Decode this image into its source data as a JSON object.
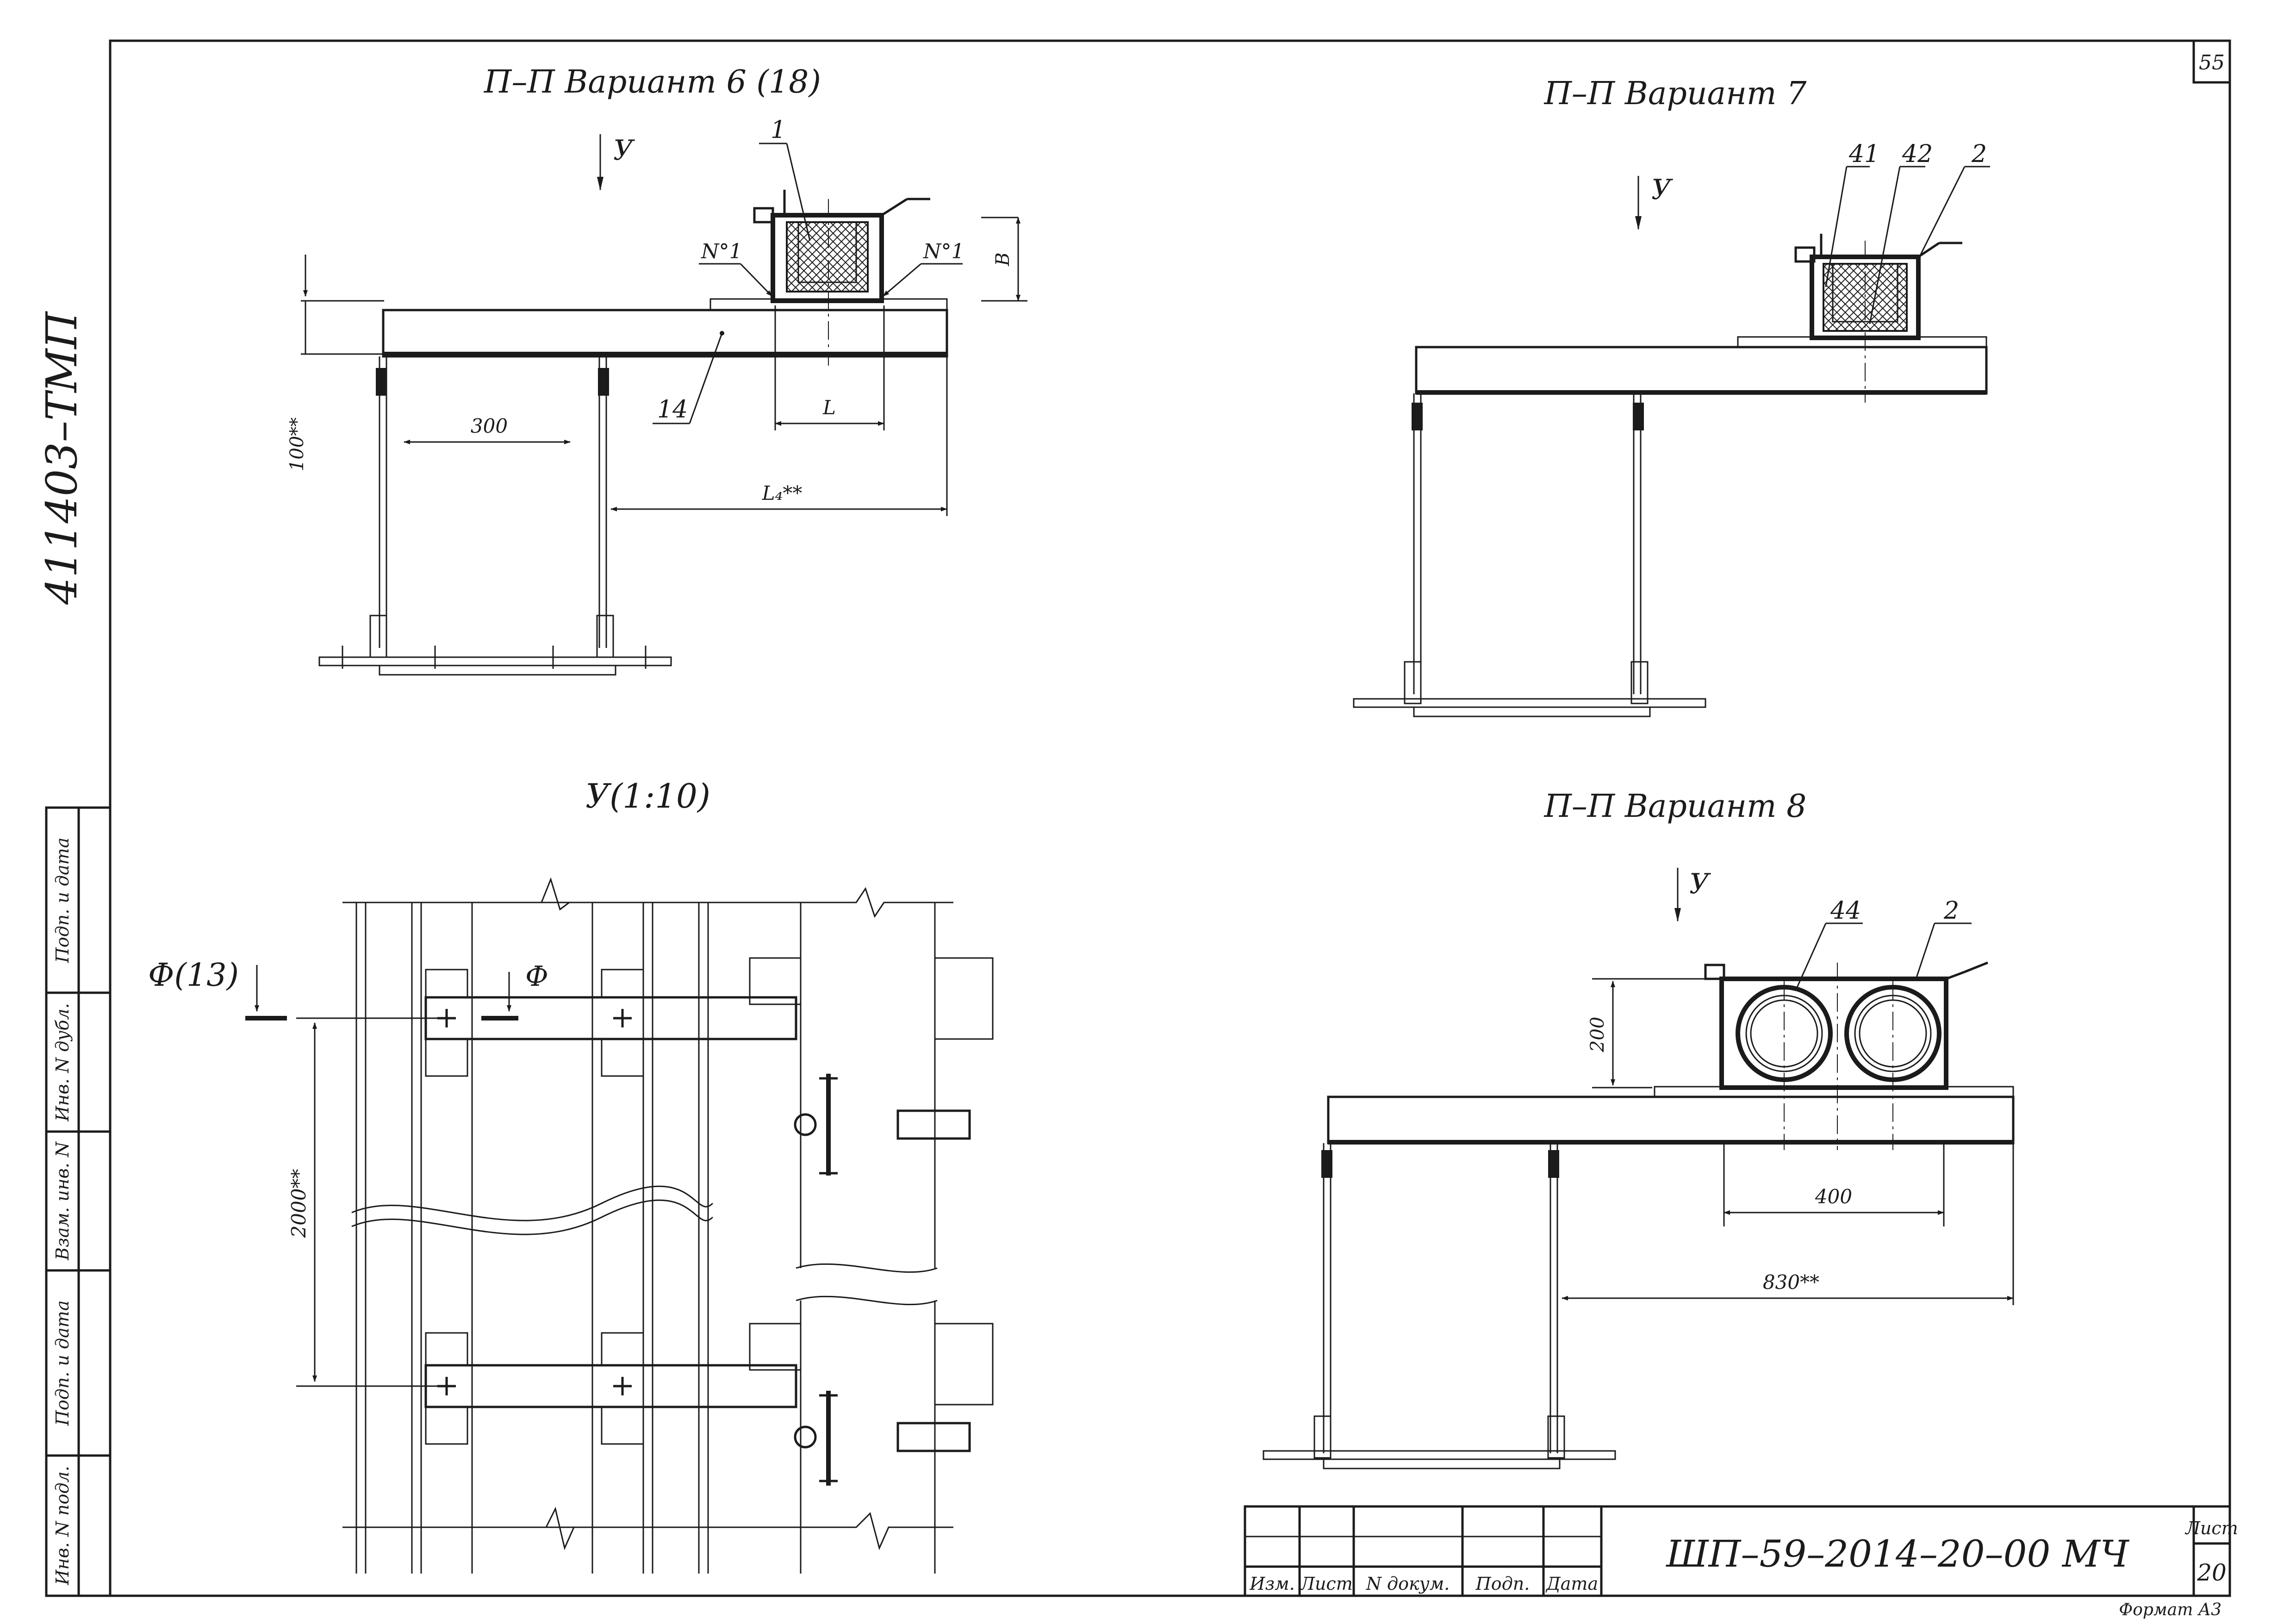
{
  "sheet": {
    "page_number": "55",
    "vertical_code": "411403–ТМП",
    "format_label": "Формат А3"
  },
  "views": {
    "v6": {
      "title": "П–П Вариант 6 (18)",
      "arrow": "У",
      "labels": {
        "part_1": "1",
        "weld_left": "N°1",
        "weld_right": "N°1",
        "part_14": "14",
        "dim_b": "B",
        "dim_100": "100**",
        "dim_300": "300",
        "dim_l": "L",
        "dim_l4": "L₄**"
      }
    },
    "v7": {
      "title": "П–П Вариант 7",
      "arrow": "У",
      "labels": {
        "part_41": "41",
        "part_42": "42",
        "part_2": "2"
      }
    },
    "vy": {
      "title": "У(1:10)",
      "section_left": "Ф(13)",
      "section_right": "Ф",
      "dim_2000": "2000**"
    },
    "v8": {
      "title": "П–П Вариант 8",
      "arrow": "У",
      "labels": {
        "part_44": "44",
        "part_2": "2",
        "dim_200": "200",
        "dim_400": "400",
        "dim_830": "830**"
      }
    }
  },
  "side_stamp": [
    "Подп. и дата",
    "Инв. N дубл.",
    "Взам. инв. N",
    "Подп. и дата",
    "Инв. N подл."
  ],
  "title_block": {
    "headers": [
      "Изм.",
      "Лист",
      "N докум.",
      "Подп.",
      "Дата"
    ],
    "designation": "ШП–59–2014–20–00 МЧ",
    "sheet_label": "Лист",
    "sheet_number": "20"
  }
}
